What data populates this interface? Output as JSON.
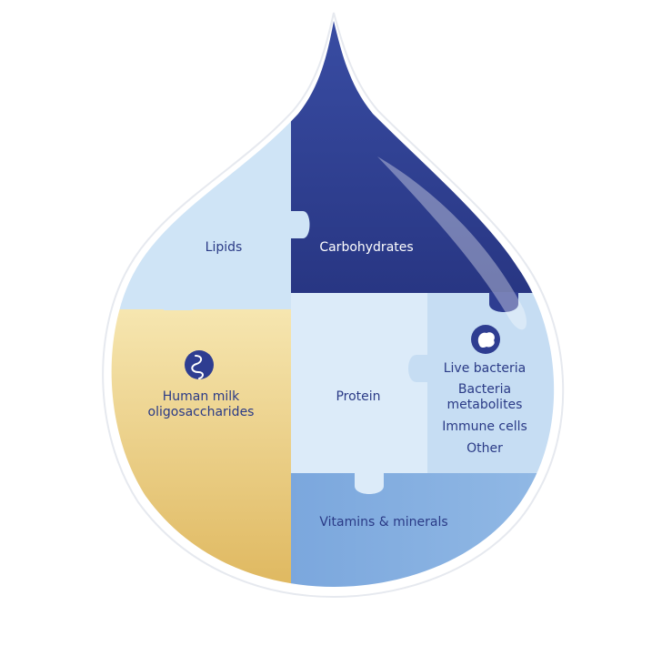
{
  "segments": {
    "lipids": "Lipids",
    "carbohydrates": "Carbohydrates",
    "hmo_line1": "Human milk",
    "hmo_line2": "oligosaccharides",
    "protein": "Protein",
    "vitamins": "Vitamins & minerals",
    "live_bacteria": "Live bacteria",
    "bacteria_line1": "Bacteria",
    "bacteria_line2": "metabolites",
    "immune_cells": "Immune cells",
    "other": "Other"
  },
  "icons": {
    "hmo": "molecule-chain-icon",
    "bacteria": "microbe-icon"
  },
  "colors": {
    "lipids": "#cfe4f6",
    "carbohydrates": "#2e3d91",
    "hmo_top": "#f5e3a8",
    "hmo_bottom": "#dfb55a",
    "protein": "#dcebf9",
    "bioactives": "#c2dcf2",
    "vitamins": "#85afe0",
    "text_light": "#ffffff",
    "text_dark": "#2a3a86"
  }
}
